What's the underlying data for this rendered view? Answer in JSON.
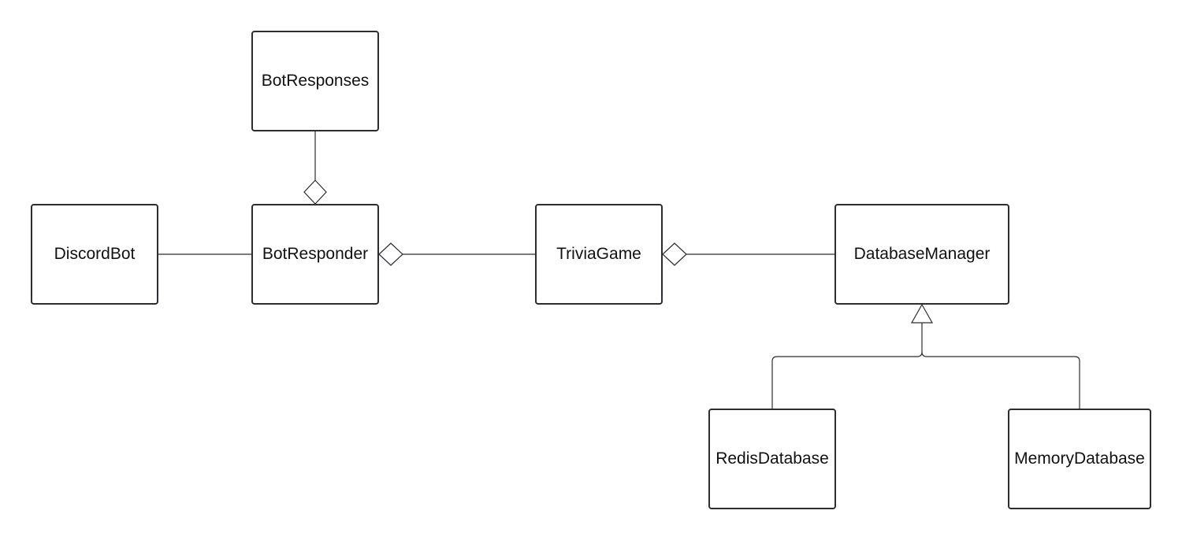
{
  "diagram": {
    "classes": {
      "bot_responses": "BotResponses",
      "discord_bot": "DiscordBot",
      "bot_responder": "BotResponder",
      "trivia_game": "TriviaGame",
      "database_manager": "DatabaseManager",
      "redis_database": "RedisDatabase",
      "memory_database": "MemoryDatabase"
    },
    "relationships": [
      {
        "from": "DiscordBot",
        "to": "BotResponder",
        "kind": "association"
      },
      {
        "from": "BotResponses",
        "to": "BotResponder",
        "kind": "aggregation"
      },
      {
        "from": "TriviaGame",
        "to": "BotResponder",
        "kind": "aggregation"
      },
      {
        "from": "DatabaseManager",
        "to": "TriviaGame",
        "kind": "aggregation"
      },
      {
        "from": "RedisDatabase",
        "to": "DatabaseManager",
        "kind": "generalization"
      },
      {
        "from": "MemoryDatabase",
        "to": "DatabaseManager",
        "kind": "generalization"
      }
    ],
    "colors": {
      "stroke": "#2b2d33",
      "fill": "#ffffff",
      "text": "#111111"
    }
  }
}
